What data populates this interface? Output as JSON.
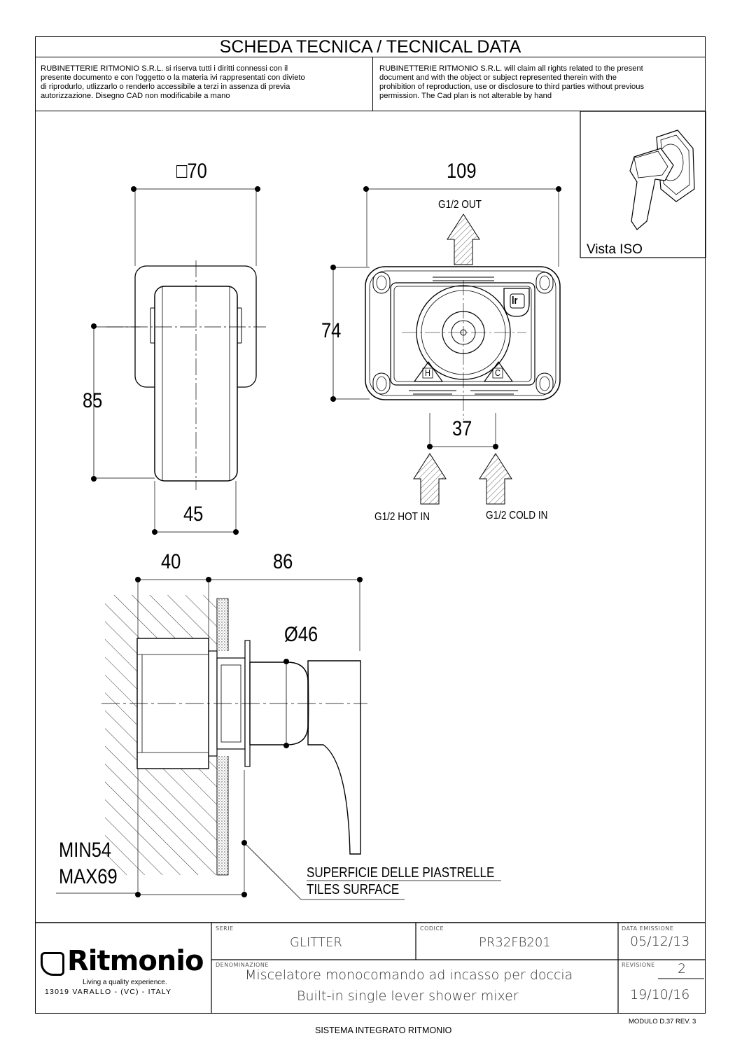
{
  "header": {
    "title": "SCHEDA TECNICA / TECNICAL DATA",
    "note_it": "RUBINETTERIE RITMONIO S.R.L. si riserva tutti i diritti connessi con il\npresente documento e con l'oggetto o la materia ivi rappresentati con divieto\ndi riprodurlo, utlizzarlo o renderlo accessibile a terzi in assenza di previa\nautorizzazione. Disegno CAD non modificabile a mano",
    "note_en": "RUBINETTERIE RITMONIO S.R.L. will claim all rights related to the present\ndocument and with the object or subject represented therein with the\nprohibition  of reproduction, use or disclosure to third parties without previous\npermission.  The Cad plan is not alterable by hand"
  },
  "iso_view": {
    "label": "Vista ISO"
  },
  "dimensions": {
    "square_70": "□70",
    "d85": "85",
    "d45": "45",
    "d109": "109",
    "d74": "74",
    "d37": "37",
    "d40": "40",
    "d86": "86",
    "dia46": "Ø46",
    "min": "MIN54",
    "max": "MAX69"
  },
  "labels": {
    "out": "G1/2 OUT",
    "hot_in": "G1/2 HOT IN",
    "cold_in": "G1/2 COLD IN",
    "hot_mark": "H",
    "cold_mark": "C",
    "tiles_it": "SUPERFICIE DELLE PIASTRELLE",
    "tiles_en": "TILES SURFACE"
  },
  "title_block": {
    "brand": "Ritmonio",
    "brand_mark": "lr",
    "tagline": "Living a quality experience.",
    "address": "13019 VARALLO - (VC) - ITALY",
    "serie_label": "SERIE",
    "serie": "GLITTER",
    "codice_label": "CODICE",
    "codice": "PR32FB201",
    "data_label": "DATA  EMISSIONE",
    "data": "05/12/13",
    "denominazione_label": "DENOMINAZIONE",
    "denominazione_it": "Miscelatore monocomando ad incasso per doccia",
    "denominazione_en": "Built-in single lever shower mixer",
    "revisione_label": "REVISIONE",
    "revisione": "2",
    "revisione_date": "19/10/16"
  },
  "footer": {
    "modulo": "MODULO D.37 REV. 3",
    "sistema": "SISTEMA INTEGRATO RITMONIO"
  }
}
